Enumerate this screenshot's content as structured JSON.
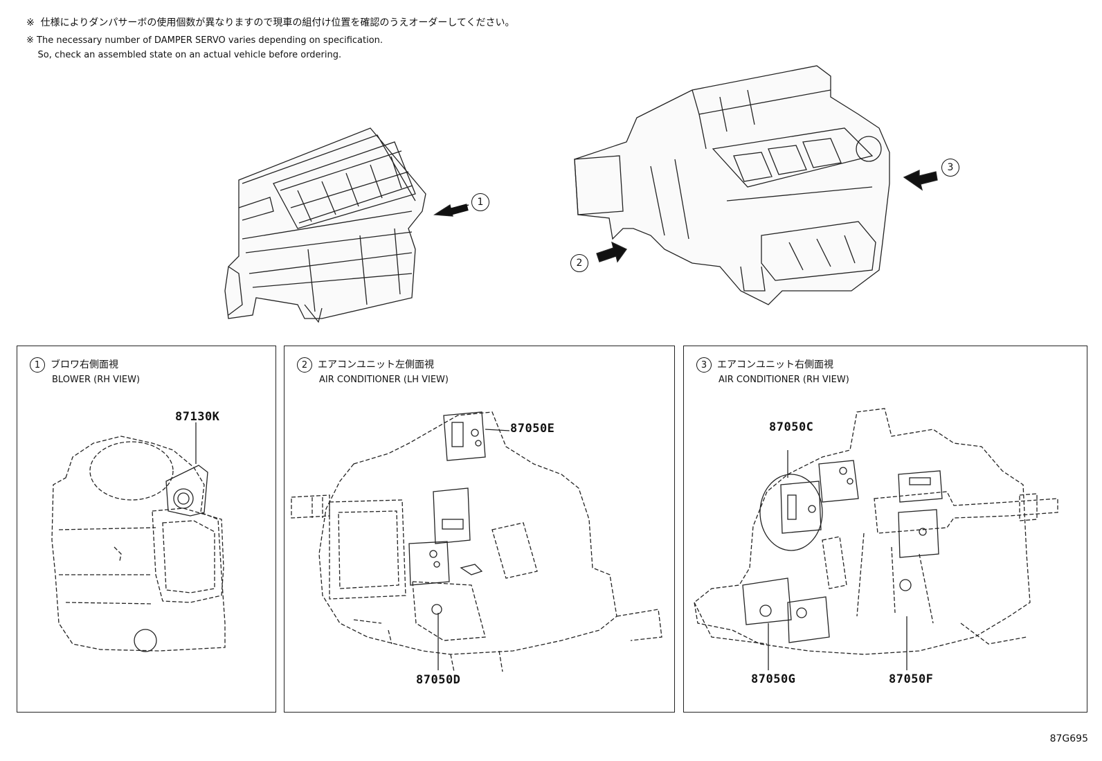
{
  "notes": {
    "jp": "※  仕様によりダンパサーボの使用個数が異なりますので現車の組付け位置を確認のうえオーダーしてください。",
    "en_line1": "※ The necessary number of DAMPER SERVO varies depending on specification.",
    "en_line2": "    So, check an assembled state on an actual vehicle before ordering."
  },
  "callouts": [
    "1",
    "2",
    "3"
  ],
  "panels": [
    {
      "num": "1",
      "title_jp": "ブロワ右側面視",
      "title_en": "BLOWER (RH VIEW)",
      "parts": [
        "87130K"
      ]
    },
    {
      "num": "2",
      "title_jp": "エアコンユニット左側面視",
      "title_en": "AIR CONDITIONER (LH VIEW)",
      "parts": [
        "87050E",
        "87050D"
      ]
    },
    {
      "num": "3",
      "title_jp": "エアコンユニット右側面視",
      "title_en": "AIR CONDITIONER (RH VIEW)",
      "parts": [
        "87050C",
        "87050G",
        "87050F"
      ]
    }
  ],
  "diagram_code": "87G695"
}
